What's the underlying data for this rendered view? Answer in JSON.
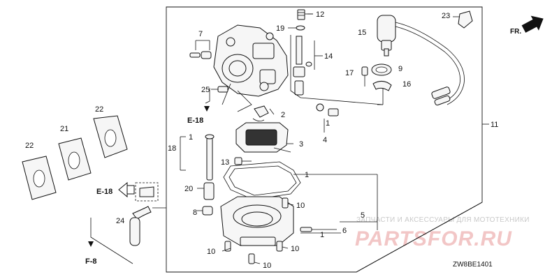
{
  "diagram": {
    "callouts": [
      "1",
      "2",
      "3",
      "4",
      "5",
      "6",
      "7",
      "8",
      "9",
      "10",
      "11",
      "12",
      "13",
      "14",
      "15",
      "16",
      "17",
      "18",
      "19",
      "20",
      "21",
      "22",
      "23",
      "24",
      "25"
    ],
    "refs": {
      "e18_upper": "E-18",
      "e18_lower": "E-18",
      "f8": "F-8"
    },
    "front_label": "FR.",
    "figure_code": "ZW8BE1401",
    "watermark": {
      "top_text": "ЗАПЧАСТИ И АКСЕССУАРЫ ДЛЯ МОТОТЕХНИКИ",
      "brand_text": "PARTSFOR.RU"
    },
    "icons": [
      "front-arrow-icon",
      "see-also-arrow-icon"
    ]
  }
}
